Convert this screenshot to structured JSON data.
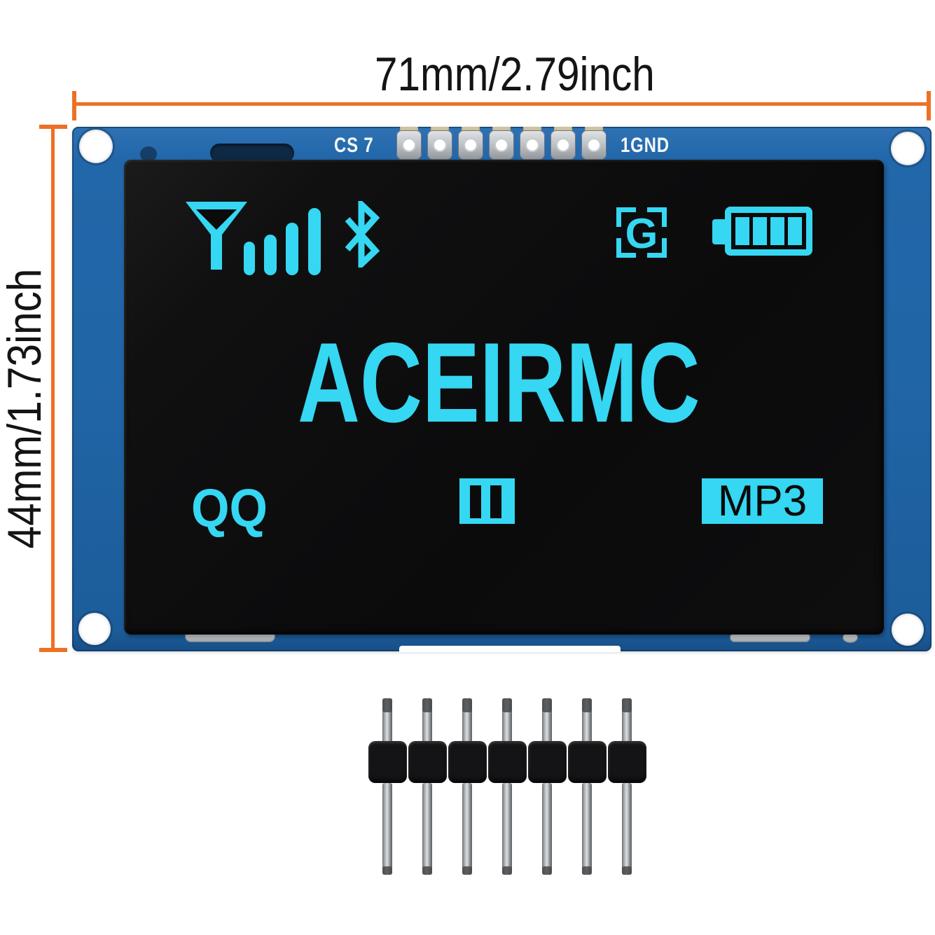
{
  "annotations": {
    "width_label": "71mm/2.79inch",
    "height_label": "44mm/1.73inch"
  },
  "colors": {
    "dimension_line": "#ed7125",
    "oled_accent": "#35d7f2",
    "pcb_blue": "#2065a6"
  },
  "pcb": {
    "silkscreen_left": "CS 7",
    "silkscreen_right": "1GND",
    "pad_count": 7,
    "mounting_hole_count": 4
  },
  "oled": {
    "brand": "ACEIRMC",
    "app_label": "QQ",
    "mp3_label": "MP3",
    "g_label": "G",
    "battery_cells": 4,
    "signal_bar_count": 4,
    "icons": [
      "antenna-icon",
      "signal-bars-icon",
      "bluetooth-icon",
      "g-frame-icon",
      "battery-icon",
      "pause-icon"
    ]
  },
  "pin_header": {
    "pin_count": 7
  }
}
